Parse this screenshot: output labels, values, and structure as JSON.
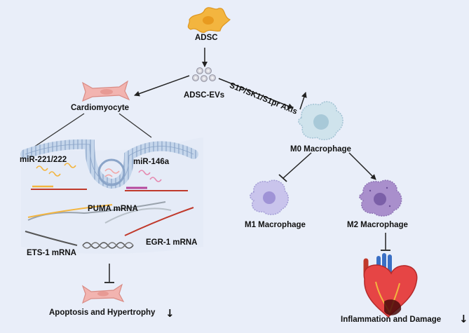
{
  "labels": {
    "adsc": "ADSC",
    "adsc_evs": "ADSC-EVs",
    "axis": "S1P/SK1/S1pr Axis",
    "cardiomyocyte": "Cardiomyocyte",
    "mir221": "miR-221/222",
    "mir146": "miR-146a",
    "puma": "PUMA mRNA",
    "egr1": "EGR-1 mRNA",
    "ets1": "ETS-1 mRNA",
    "apoptosis": "Apoptosis and Hypertrophy",
    "m0": "M0 Macrophage",
    "m1": "M1 Macrophage",
    "m2": "M2 Macrophage",
    "inflammation": "Inflammation and Damage"
  },
  "icons": {
    "up": "up-arrow-icon",
    "down": "down-arrow-icon"
  },
  "colors": {
    "background": "#e9eef9",
    "adsc_cell": "#f3b53f",
    "cardiomyocyte": "#f2b4b0",
    "macrophage_m0": "#cfe3ec",
    "macrophage_m1": "#c9c4ec",
    "macrophage_m2": "#a98fcc",
    "heart": "#e64545",
    "membrane": "#9db6d6"
  }
}
